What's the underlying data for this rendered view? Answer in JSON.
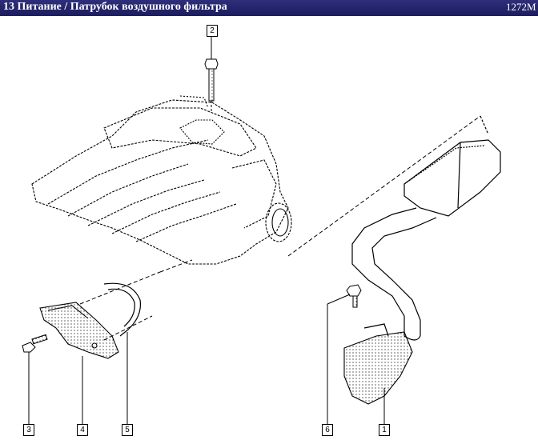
{
  "header": {
    "title": "13 Питание / Патрубок воздушного фильтра",
    "code": "1272M"
  },
  "callouts": [
    "2",
    "3",
    "4",
    "5",
    "6",
    "1"
  ],
  "colors": {
    "titlebar": "#1c1c5e",
    "titleText": "#ffffff",
    "line": "#000000",
    "background": "#ffffff"
  }
}
